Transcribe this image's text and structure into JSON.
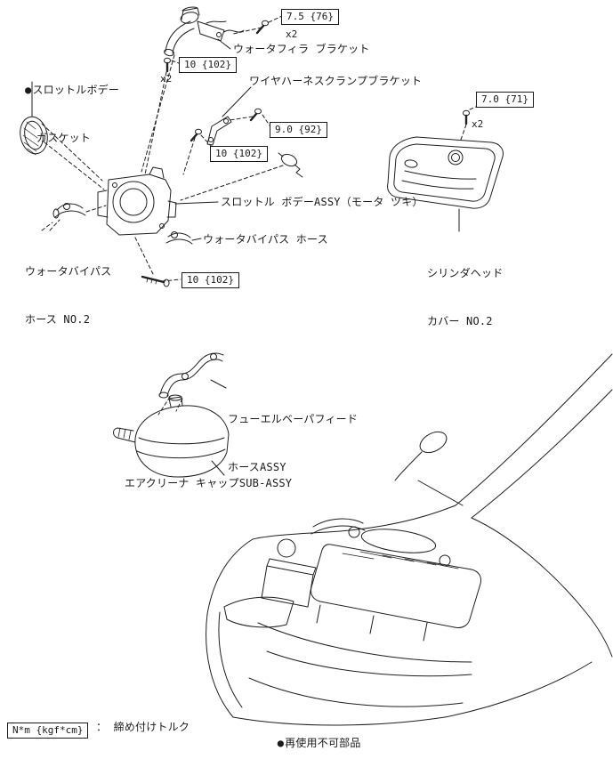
{
  "parts": {
    "throttle_body_gasket": {
      "marker": "●",
      "line1": "スロットルボデー",
      "line2": "ガスケット"
    },
    "water_filler_bracket": {
      "label": "ウォータフィラ ブラケット"
    },
    "wire_harness_clamp_bracket": {
      "label": "ワイヤハーネスクランプブラケット"
    },
    "throttle_body_assy": {
      "label": "スロットル ボデーASSY（モータ ツキ）"
    },
    "cylinder_head_cover": {
      "line1": "シリンダヘッド",
      "line2": "カバー NO.2"
    },
    "water_bypass_hose_no2": {
      "line1": "ウォータバイパス",
      "line2": "ホース NO.2"
    },
    "water_bypass_hose": {
      "label": "ウォータバイパス ホース"
    },
    "fuel_vapor_feed_hose": {
      "line1": "フューエルベーパフィード",
      "line2": "ホースASSY"
    },
    "air_cleaner_cap": {
      "label": "エアクリーナ キャップSUB-ASSY"
    }
  },
  "torques": [
    {
      "id": "water-filler-upper",
      "value": "7.5 {76}",
      "qty": "x2"
    },
    {
      "id": "water-filler-lower",
      "value": "10 {102}",
      "qty": "x2"
    },
    {
      "id": "harness-bracket-upper",
      "value": "9.0 {92}",
      "qty": ""
    },
    {
      "id": "harness-bracket-lower",
      "value": "10 {102}",
      "qty": ""
    },
    {
      "id": "cylinder-head-cover",
      "value": "7.0 {71}",
      "qty": "x2"
    },
    {
      "id": "throttle-lower-bolt",
      "value": "10 {102}",
      "qty": ""
    }
  ],
  "legend": {
    "torque_unit": "N*m {kgf*cm}",
    "torque_desc": "： 締め付けトルク",
    "nonreusable_marker": "●",
    "nonreusable_desc": "再使用不可部品"
  }
}
